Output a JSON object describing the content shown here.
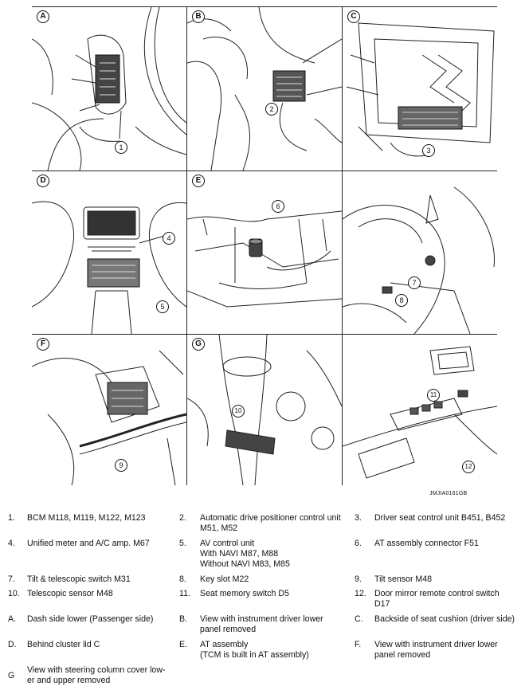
{
  "figure": {
    "panels": [
      {
        "letter": "A",
        "callouts": [
          "1"
        ]
      },
      {
        "letter": "B",
        "callouts": [
          "2"
        ]
      },
      {
        "letter": "C",
        "callouts": [
          "3"
        ]
      },
      {
        "letter": "D",
        "callouts": [
          "4",
          "5"
        ]
      },
      {
        "letter": "E",
        "callouts": [
          "6"
        ]
      },
      {
        "letter": "",
        "callouts": [
          "7",
          "8"
        ]
      },
      {
        "letter": "F",
        "callouts": [
          "9"
        ]
      },
      {
        "letter": "G",
        "callouts": [
          "10"
        ]
      },
      {
        "letter": "",
        "callouts": [
          "11",
          "12"
        ]
      }
    ],
    "figure_code": "JMJIA0161GB"
  },
  "legend": {
    "items": [
      {
        "num": "1.",
        "text": "BCM M118, M119, M122, M123"
      },
      {
        "num": "2.",
        "text": "Automatic drive positioner control unit\nM51, M52"
      },
      {
        "num": "3.",
        "text": "Driver seat control unit B451, B452"
      },
      {
        "num": "4.",
        "text": "Unified meter and A/C amp. M67"
      },
      {
        "num": "5.",
        "text": "AV control unit\nWith NAVI M87, M88\nWithout NAVI M83, M85"
      },
      {
        "num": "6.",
        "text": "AT assembly connector F51"
      },
      {
        "num": "7.",
        "text": "Tilt & telescopic switch M31"
      },
      {
        "num": "8.",
        "text": "Key slot M22"
      },
      {
        "num": "9.",
        "text": "Tilt sensor M48"
      },
      {
        "num": "10.",
        "text": "Telescopic sensor M48"
      },
      {
        "num": "11.",
        "text": "Seat memory switch D5"
      },
      {
        "num": "12.",
        "text": "Door mirror remote control switch\nD17"
      },
      {
        "num": "A.",
        "text": "Dash side lower (Passenger side)"
      },
      {
        "num": "B.",
        "text": "View with instrument driver lower\npanel removed"
      },
      {
        "num": "C.",
        "text": "Backside of seat cushion (driver side)"
      },
      {
        "num": "D.",
        "text": "Behind cluster lid C"
      },
      {
        "num": "E.",
        "text": "AT assembly\n(TCM is built in AT assembly)"
      },
      {
        "num": "F.",
        "text": "View with instrument driver lower\npanel removed"
      },
      {
        "num": "G",
        "text": "View with steering column cover low-\ner and upper removed"
      }
    ]
  }
}
